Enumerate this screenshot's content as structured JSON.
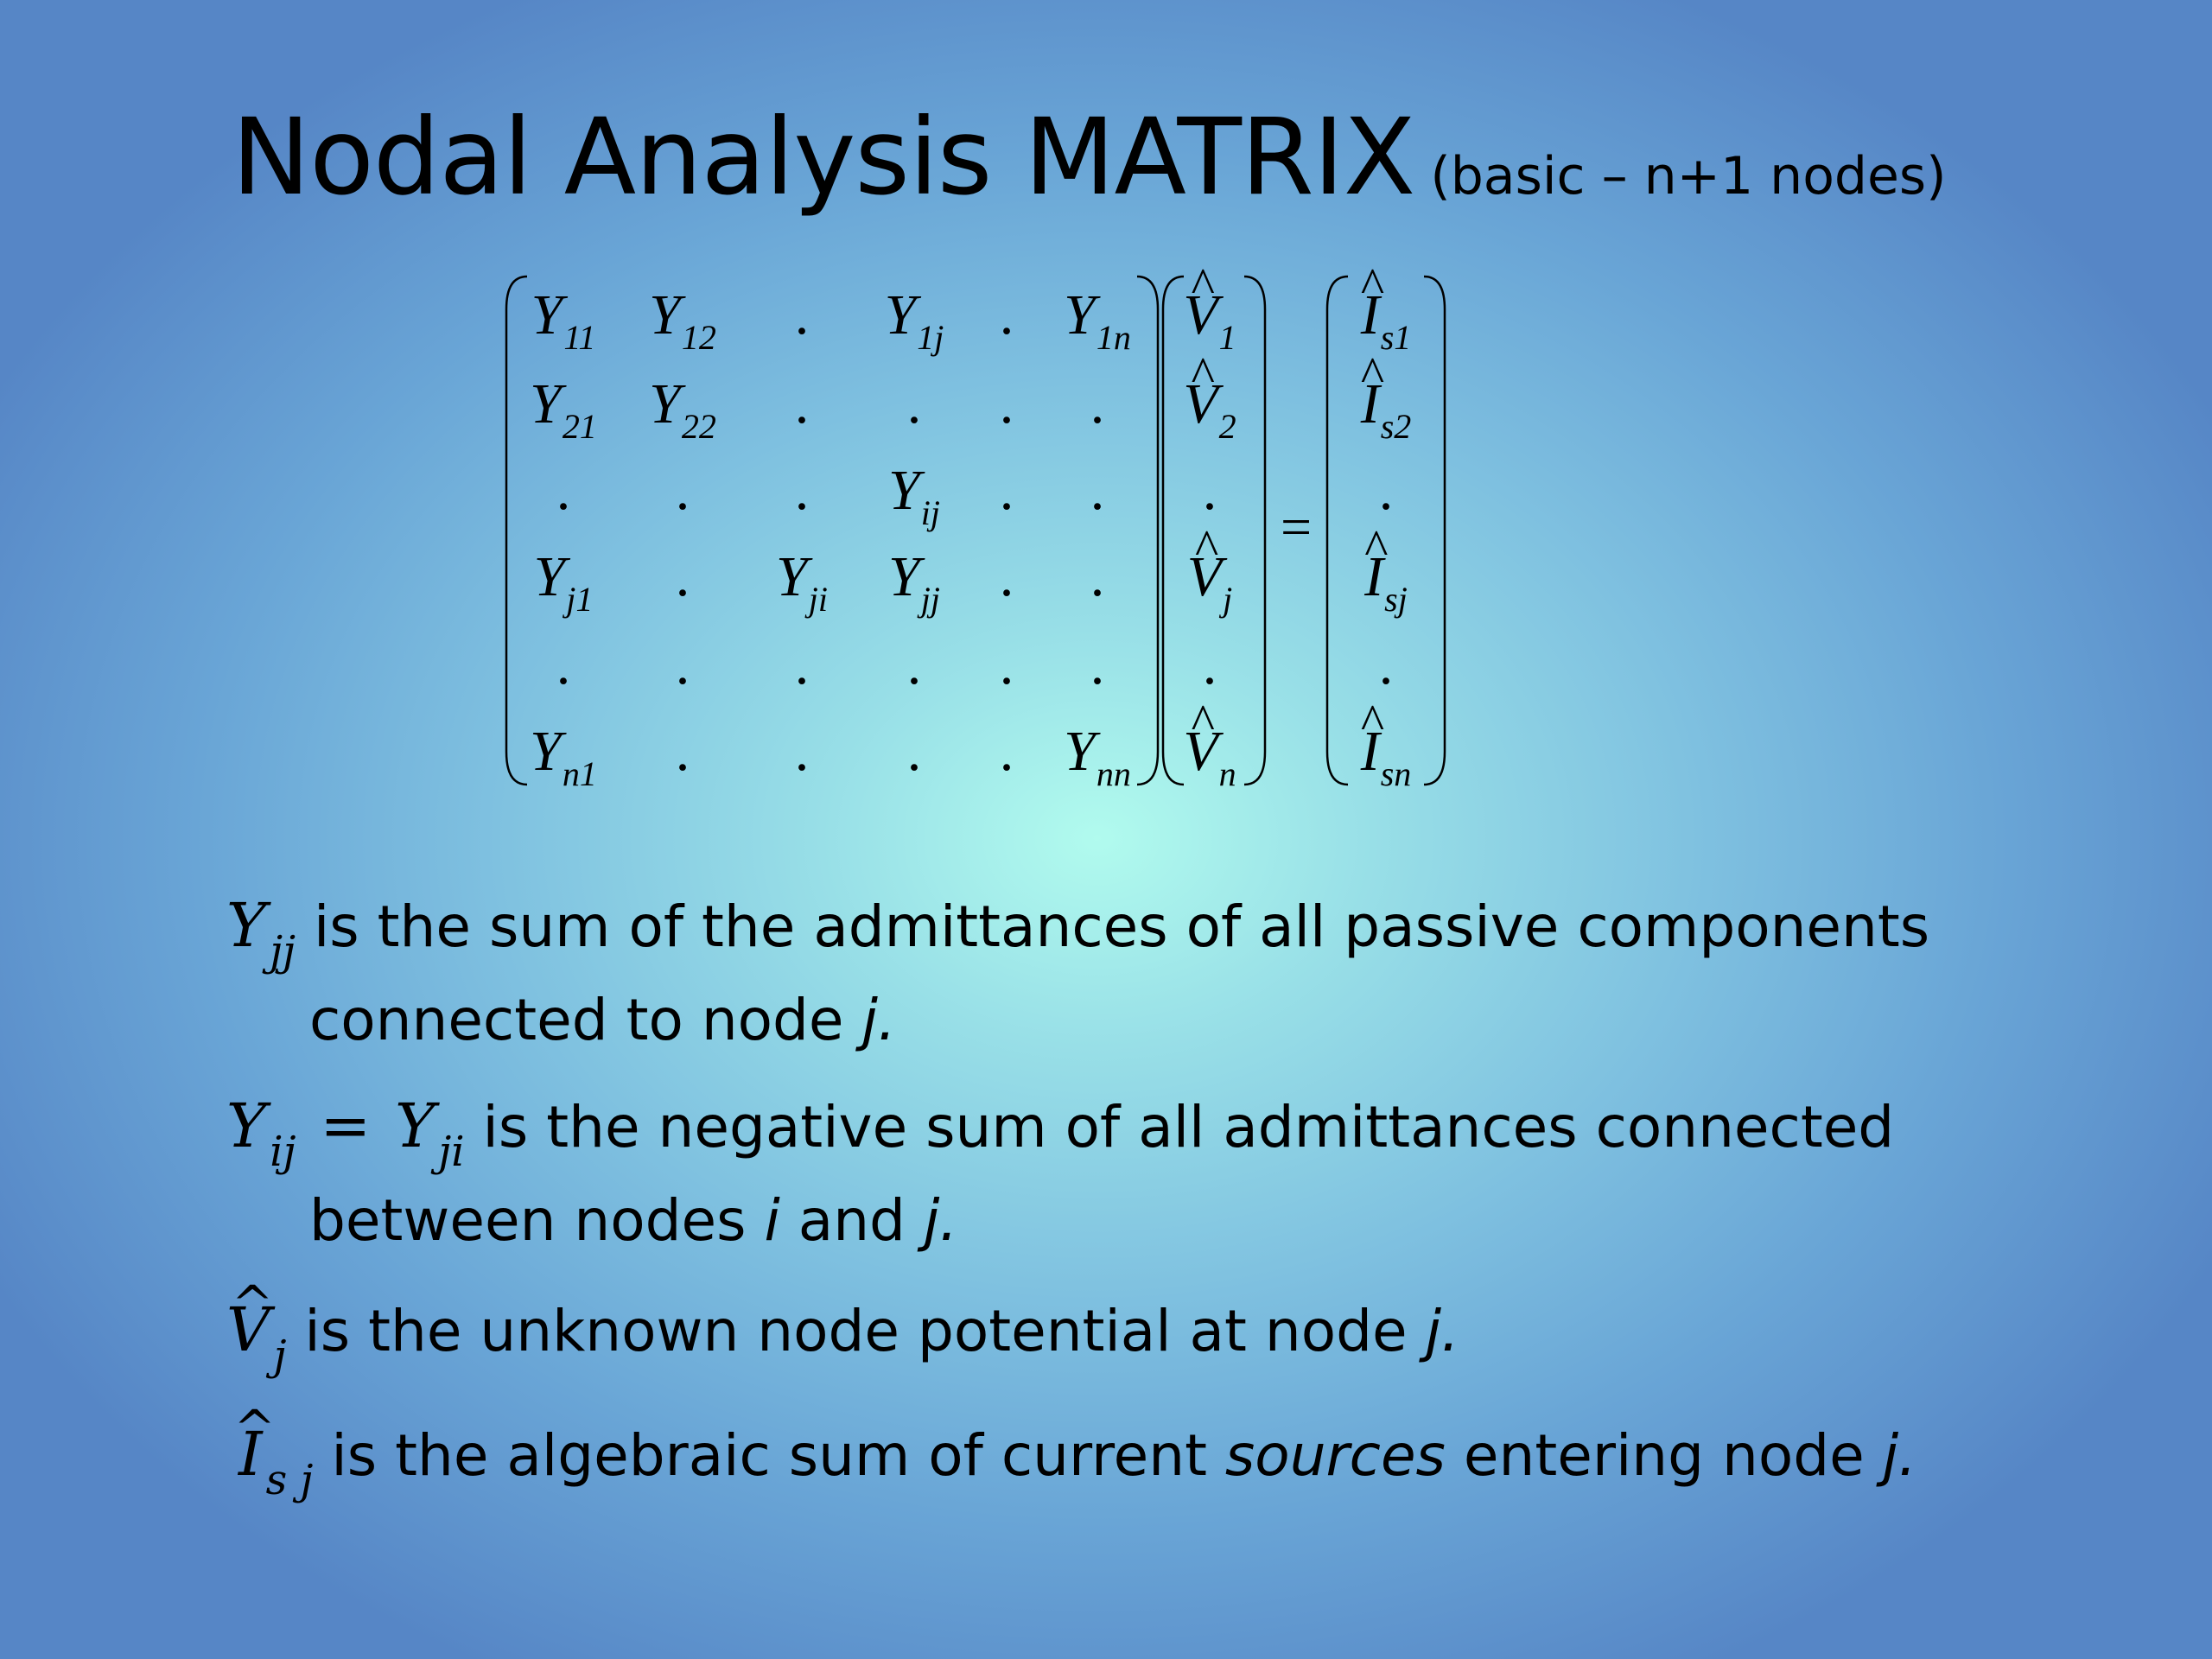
{
  "slide": {
    "title": "Nodal Analysis MATRIX",
    "subtitle": "(basic – n+1 nodes)"
  },
  "matrix": {
    "Y_rows": [
      [
        "Y|11",
        "Y|12",
        ".",
        "Y|1j",
        ".",
        "Y|1n"
      ],
      [
        "Y|21",
        "Y|22",
        ".",
        ".",
        ".",
        "."
      ],
      [
        ".",
        ".",
        ".",
        "Y|ij",
        ".",
        "."
      ],
      [
        "Y|j1",
        ".",
        "Y|ji",
        "Y|jj",
        ".",
        "."
      ],
      [
        ".",
        ".",
        ".",
        ".",
        ".",
        "."
      ],
      [
        "Y|n1",
        ".",
        ".",
        ".",
        ".",
        "Y|nn"
      ]
    ],
    "V_vector": [
      "V|1",
      "V|2",
      ".",
      "V|j",
      ".",
      "V|n"
    ],
    "I_vector": [
      "I|s1",
      "I|s2",
      ".",
      "I|sj",
      ".",
      "I|sn"
    ],
    "equals": "="
  },
  "bullets": {
    "b1": {
      "sym": "Y",
      "sub": "jj",
      "text1": " is the sum of the admittances of all passive components",
      "text2a": "connected to node ",
      "text2b": "j."
    },
    "b2": {
      "sym1": "Y",
      "sub1": "ij",
      "op": "=",
      "sym2": "Y",
      "sub2": "ji",
      "text1": " is the negative sum of all admittances connected",
      "text2a": "between nodes ",
      "text2b": "i",
      "text2c": " and ",
      "text2d": "j."
    },
    "b3": {
      "sym": "V",
      "sub": "j",
      "text1a": " is the unknown node potential at node ",
      "text1b": "j."
    },
    "b4": {
      "sym": "I",
      "sub": "s j",
      "text1a": " is the algebraic sum of current ",
      "text1b": "sources",
      "text1c": " entering node ",
      "text1d": "j."
    }
  }
}
